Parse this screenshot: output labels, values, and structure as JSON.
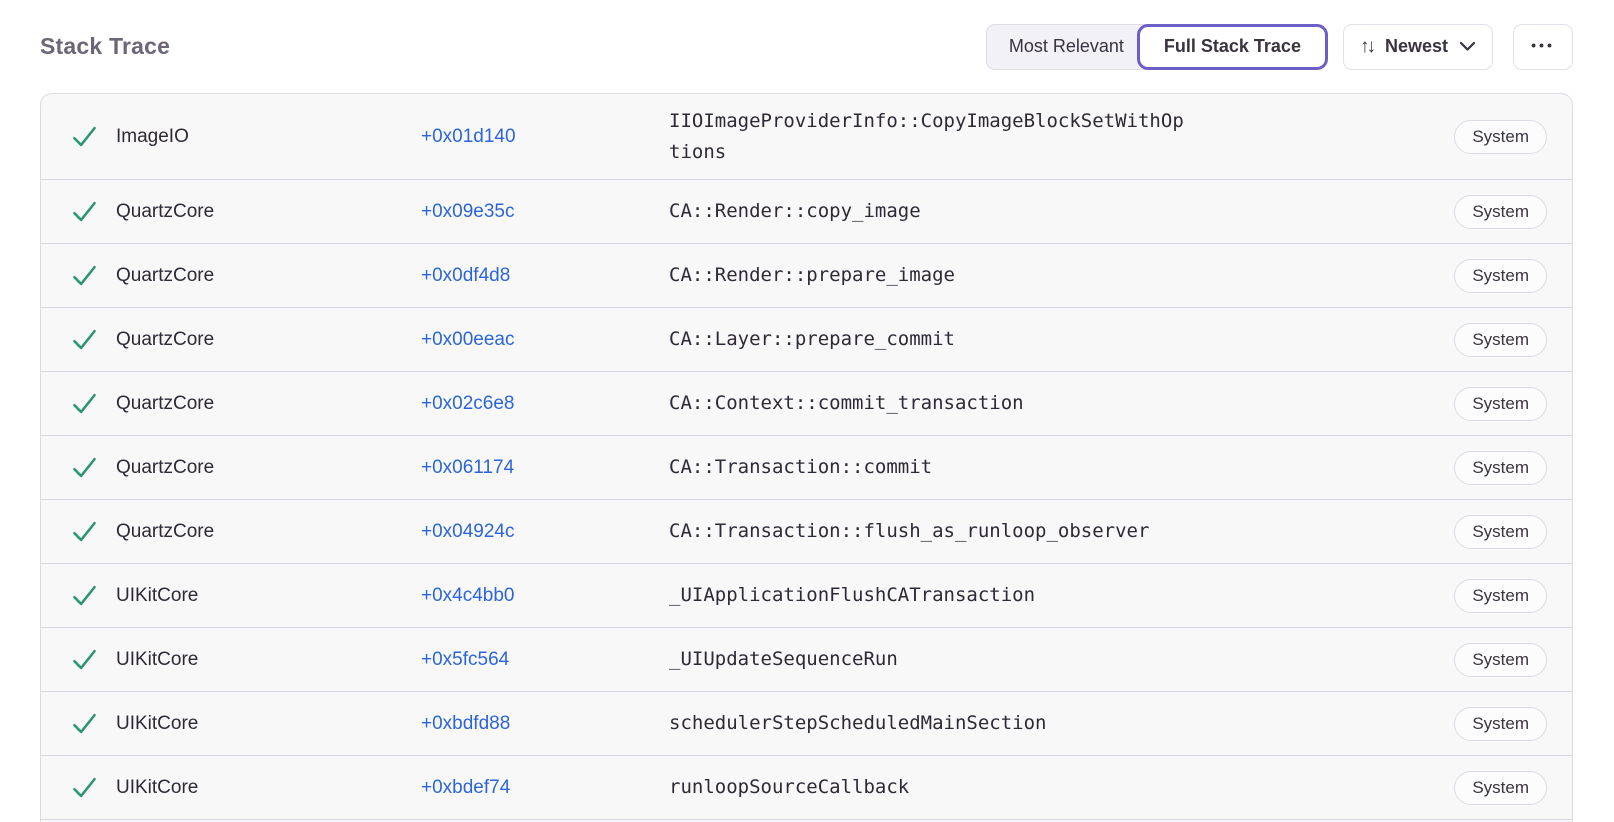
{
  "colors": {
    "accent_purple": "#6C5FC7",
    "link_blue": "#2C65DB",
    "success_green": "#2B9673",
    "container_background": "#f8f8f9",
    "divider": "#d9d8e0"
  },
  "header": {
    "title": "Stack Trace",
    "segments": [
      {
        "label": "Most Relevant",
        "active": false
      },
      {
        "label": "Full Stack Trace",
        "active": true
      }
    ],
    "sort_button": {
      "label": "Newest"
    },
    "icons": {
      "sort_glyph": "↑↓",
      "more_glyph": "•••"
    }
  },
  "stack_trace": {
    "frames": [
      {
        "module": "ImageIO",
        "address": "+0x01d140",
        "function": "IIOImageProviderInfo::CopyImageBlockSetWithOptions",
        "tag": "System"
      },
      {
        "module": "QuartzCore",
        "address": "+0x09e35c",
        "function": "CA::Render::copy_image",
        "tag": "System"
      },
      {
        "module": "QuartzCore",
        "address": "+0x0df4d8",
        "function": "CA::Render::prepare_image",
        "tag": "System"
      },
      {
        "module": "QuartzCore",
        "address": "+0x00eeac",
        "function": "CA::Layer::prepare_commit",
        "tag": "System"
      },
      {
        "module": "QuartzCore",
        "address": "+0x02c6e8",
        "function": "CA::Context::commit_transaction",
        "tag": "System"
      },
      {
        "module": "QuartzCore",
        "address": "+0x061174",
        "function": "CA::Transaction::commit",
        "tag": "System"
      },
      {
        "module": "QuartzCore",
        "address": "+0x04924c",
        "function": "CA::Transaction::flush_as_runloop_observer",
        "tag": "System"
      },
      {
        "module": "UIKitCore",
        "address": "+0x4c4bb0",
        "function": "_UIApplicationFlushCATransaction",
        "tag": "System"
      },
      {
        "module": "UIKitCore",
        "address": "+0x5fc564",
        "function": "_UIUpdateSequenceRun",
        "tag": "System"
      },
      {
        "module": "UIKitCore",
        "address": "+0xbdfd88",
        "function": "schedulerStepScheduledMainSection",
        "tag": "System"
      },
      {
        "module": "UIKitCore",
        "address": "+0xbdef74",
        "function": "runloopSourceCallback",
        "tag": "System"
      }
    ]
  }
}
